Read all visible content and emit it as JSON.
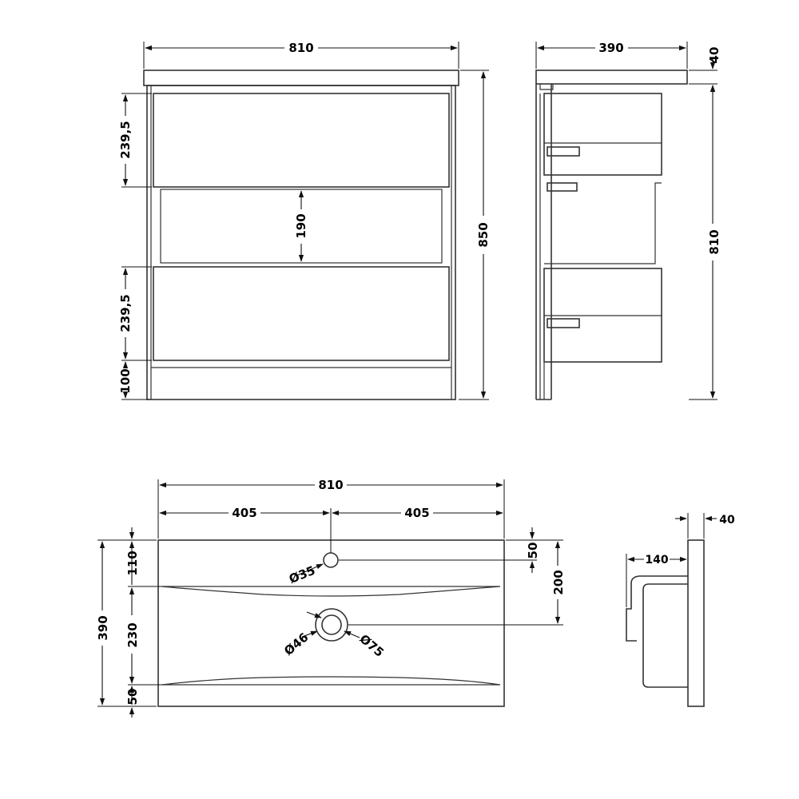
{
  "front": {
    "width": "810",
    "height": "850",
    "drawer_top": "239,5",
    "open_shelf": "190",
    "drawer_bottom": "239,5",
    "plinth": "100"
  },
  "side": {
    "depth": "390",
    "top_thickness": "40",
    "body_height": "810"
  },
  "basin_plan": {
    "width": "810",
    "half_left": "405",
    "half_right": "405",
    "depth": "390",
    "tap_offset": "110",
    "bowl_span": "230",
    "front_lip": "50",
    "tap_hole_right": "50",
    "waste_right": "200",
    "tap_hole_dia": "Ø35",
    "waste_inner_dia": "Ø46",
    "waste_outer_dia": "Ø75"
  },
  "basin_section": {
    "thickness": "40",
    "bowl_depth": "140"
  }
}
